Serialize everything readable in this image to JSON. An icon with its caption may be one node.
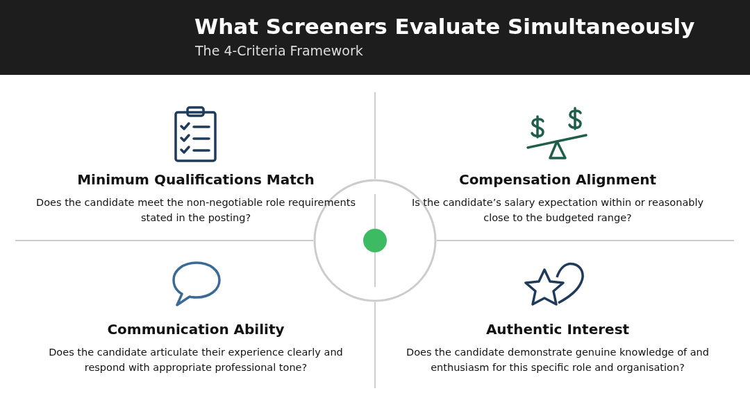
{
  "diagram": {
    "title": "What Screeners Evaluate Simultaneously",
    "caption": "The 4-Criteria Framework",
    "nodes": [
      {
        "text": [
          "Minimum Qualifications Match",
          "Does the candidate meet the non-negotiable role requirements stated in the posting?"
        ]
      },
      {
        "text": [
          "Compensation Alignment",
          "Is the candidate’s salary expectation within or reasonably close to the budgeted range?"
        ]
      },
      {
        "text": [
          "Communication Ability",
          "Does the candidate articulate their experience clearly and respond with appropriate professional tone?"
        ]
      },
      {
        "text": [
          "Authentic Interest",
          "Does the candidate demonstrate genuine knowledge of and enthusiasm for this specific role and organisation?"
        ]
      }
    ]
  }
}
